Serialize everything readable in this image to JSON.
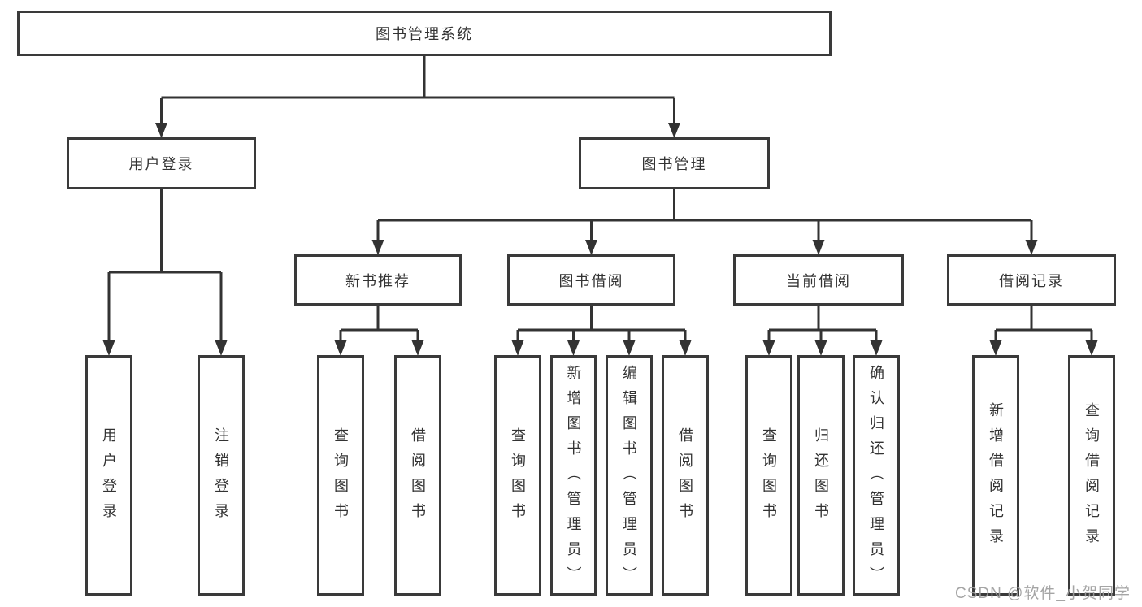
{
  "colors": {
    "line": "#333333",
    "box_border": "#3a3a3a",
    "box_background": "#ffffff",
    "text": "#333333",
    "watermark": "#9e9e9e",
    "page_background": "#ffffff"
  },
  "watermark": {
    "text": "CSDN @软件_小贺同学"
  },
  "diagram": {
    "title": "图书管理系统",
    "nodes": [
      {
        "id": "root",
        "label": "图书管理系统"
      },
      {
        "id": "user-login",
        "label": "用户登录"
      },
      {
        "id": "book-mgmt",
        "label": "图书管理"
      },
      {
        "id": "new-book-rec",
        "label": "新书推荐"
      },
      {
        "id": "book-borrow",
        "label": "图书借阅"
      },
      {
        "id": "current-borrow",
        "label": "当前借阅"
      },
      {
        "id": "borrow-records",
        "label": "借阅记录"
      },
      {
        "id": "leaf-user-login",
        "label": "用户登录"
      },
      {
        "id": "leaf-logout",
        "label": "注销登录"
      },
      {
        "id": "leaf-query-book-1",
        "label": "查询图书"
      },
      {
        "id": "leaf-borrow-book-1",
        "label": "借阅图书"
      },
      {
        "id": "leaf-query-book-2",
        "label": "查询图书"
      },
      {
        "id": "leaf-add-book",
        "label": "新增图书（管理员）"
      },
      {
        "id": "leaf-edit-book",
        "label": "编辑图书（管理员）"
      },
      {
        "id": "leaf-borrow-book-2",
        "label": "借阅图书"
      },
      {
        "id": "leaf-query-book-3",
        "label": "查询图书"
      },
      {
        "id": "leaf-return-book",
        "label": "归还图书"
      },
      {
        "id": "leaf-confirm-return",
        "label": "确认归还（管理员）"
      },
      {
        "id": "leaf-add-record",
        "label": "新增借阅记录"
      },
      {
        "id": "leaf-query-record",
        "label": "查询借阅记录"
      }
    ],
    "edges": [
      {
        "parent": "root",
        "children": [
          "user-login",
          "book-mgmt"
        ]
      },
      {
        "parent": "user-login",
        "children": [
          "leaf-user-login",
          "leaf-logout"
        ]
      },
      {
        "parent": "book-mgmt",
        "children": [
          "new-book-rec",
          "book-borrow",
          "current-borrow",
          "borrow-records"
        ]
      },
      {
        "parent": "new-book-rec",
        "children": [
          "leaf-query-book-1",
          "leaf-borrow-book-1"
        ]
      },
      {
        "parent": "book-borrow",
        "children": [
          "leaf-query-book-2",
          "leaf-add-book",
          "leaf-edit-book",
          "leaf-borrow-book-2"
        ]
      },
      {
        "parent": "current-borrow",
        "children": [
          "leaf-query-book-3",
          "leaf-return-book",
          "leaf-confirm-return"
        ]
      },
      {
        "parent": "borrow-records",
        "children": [
          "leaf-add-record",
          "leaf-query-record"
        ]
      }
    ]
  }
}
